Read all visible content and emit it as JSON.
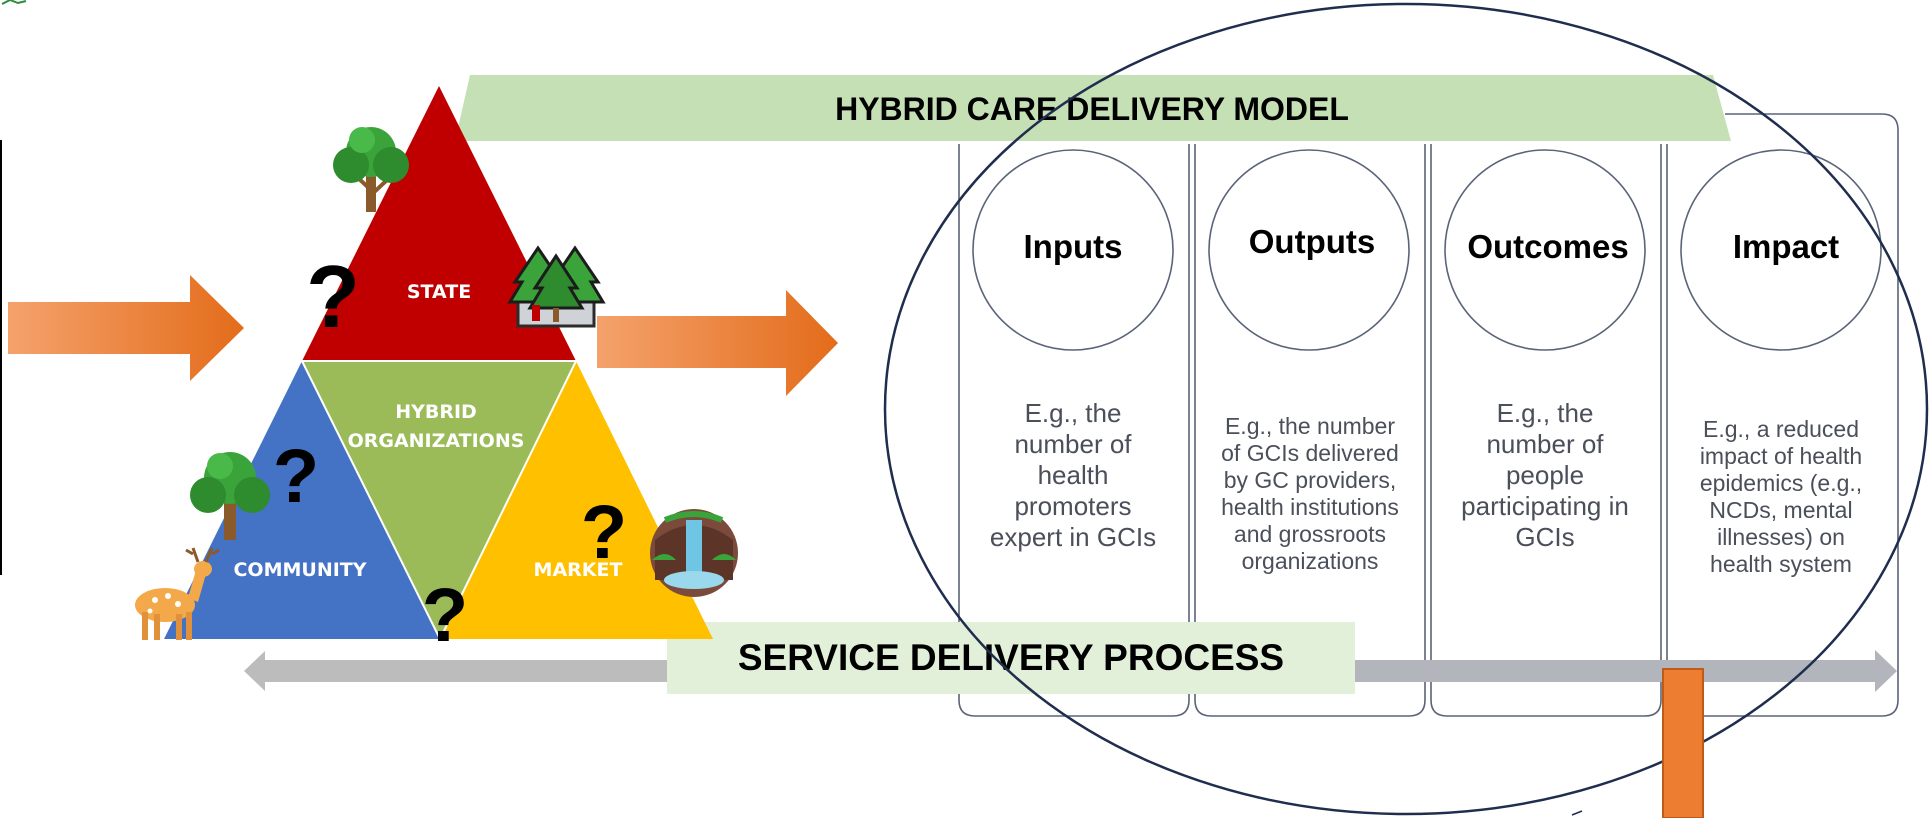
{
  "header": {
    "title": "HYBRID CARE DELIVERY MODEL"
  },
  "triangle": {
    "state": "STATE",
    "hybrid_line1": "HYBRID",
    "hybrid_line2": "ORGANIZATIONS",
    "community": "COMMUNITY",
    "market": "MARKET",
    "question_mark": "?"
  },
  "process": {
    "label": "SERVICE DELIVERY PROCESS"
  },
  "columns": [
    {
      "title": "Inputs",
      "desc": [
        "E.g., the",
        "number of",
        "health",
        "promoters",
        "expert in GCIs"
      ]
    },
    {
      "title": "Outputs",
      "desc": [
        "E.g., the number",
        "of GCIs delivered",
        "by GC providers,",
        "health institutions",
        "and grossroots",
        "organizations"
      ]
    },
    {
      "title": "Outcomes",
      "desc": [
        "E.g., the",
        "number of",
        "people",
        "participating in",
        "GCIs"
      ]
    },
    {
      "title": "Impact",
      "desc": [
        "E.g., a reduced",
        "impact of health",
        "epidemics (e.g.,",
        "NCDs, mental",
        "illnesses) on",
        "health system"
      ]
    }
  ],
  "icons": [
    "tree-icon",
    "pine-trees-icon",
    "deer-icon",
    "waterfall-icon"
  ],
  "colors": {
    "state_red": "#c00000",
    "community_blue": "#4472c4",
    "hybrid_green": "#9bbb59",
    "market_yellow": "#ffc000",
    "banner_green": "#c5e0b4",
    "process_box": "#e2f0d9",
    "arrow_orange": "#ed7d31",
    "outline_navy": "#1f2d4e"
  }
}
